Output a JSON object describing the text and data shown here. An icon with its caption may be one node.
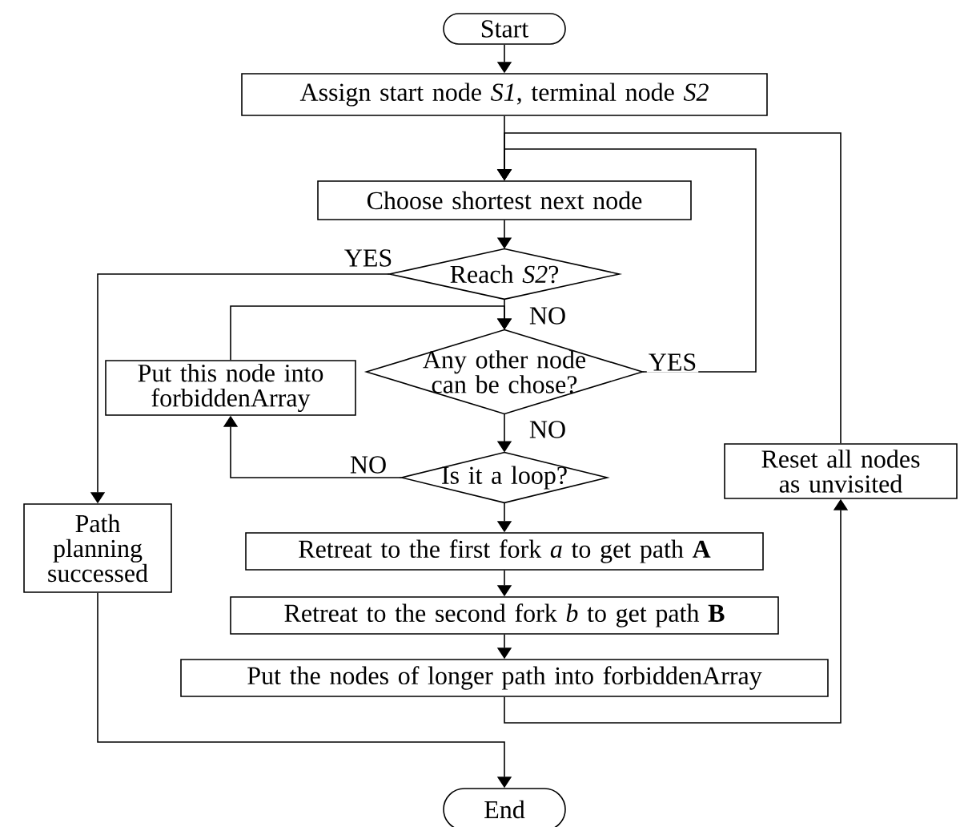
{
  "diagram": {
    "nodes": [
      {
        "text": [
          "Start"
        ]
      },
      {
        "text": [
          "Assign start node *S1*, terminal node *S2*"
        ]
      },
      {
        "text": [
          "Choose shortest next node"
        ]
      },
      {
        "text": [
          "Reach *S2*?"
        ]
      },
      {
        "text": [
          "Any other node can be chose?"
        ]
      },
      {
        "text": [
          "Put  this node into forbiddenArray"
        ]
      },
      {
        "text": [
          "Is it a loop?"
        ]
      },
      {
        "text": [
          "Path planning successed"
        ]
      },
      {
        "text": [
          "Reset all nodes as unvisited"
        ]
      },
      {
        "text": [
          "Retreat to the first fork *a* to get path **A**"
        ]
      },
      {
        "text": [
          "Retreat to the second fork *b* to get path **B**"
        ]
      },
      {
        "text": [
          "Put the nodes of longer path into forbiddenArray"
        ]
      },
      {
        "text": [
          "End"
        ]
      }
    ],
    "edges": [
      {
        "from": 0,
        "to": 1,
        "arrow": "to"
      },
      {
        "from": 1,
        "to": 2,
        "arrow": "to"
      },
      {
        "from": 2,
        "to": 3,
        "arrow": "to"
      },
      {
        "from": 3,
        "to": 4,
        "arrow": "to",
        "label": "NO"
      },
      {
        "from": 3,
        "to": 7,
        "arrow": "to",
        "label": "YES"
      },
      {
        "from": 4,
        "to": 2,
        "arrow": "to",
        "label": "YES"
      },
      {
        "from": 4,
        "to": 6,
        "arrow": "to",
        "label": "NO"
      },
      {
        "from": 6,
        "to": 5,
        "arrow": "to",
        "label": "NO"
      },
      {
        "from": 5,
        "to": 4,
        "arrow": "to"
      },
      {
        "from": 6,
        "to": 9,
        "arrow": "to"
      },
      {
        "from": 9,
        "to": 10,
        "arrow": "to"
      },
      {
        "from": 10,
        "to": 11,
        "arrow": "to"
      },
      {
        "from": 11,
        "to": 8,
        "arrow": "to"
      },
      {
        "from": 8,
        "to": 2,
        "arrow": "to"
      },
      {
        "from": 7,
        "to": 12,
        "arrow": "to"
      }
    ]
  }
}
